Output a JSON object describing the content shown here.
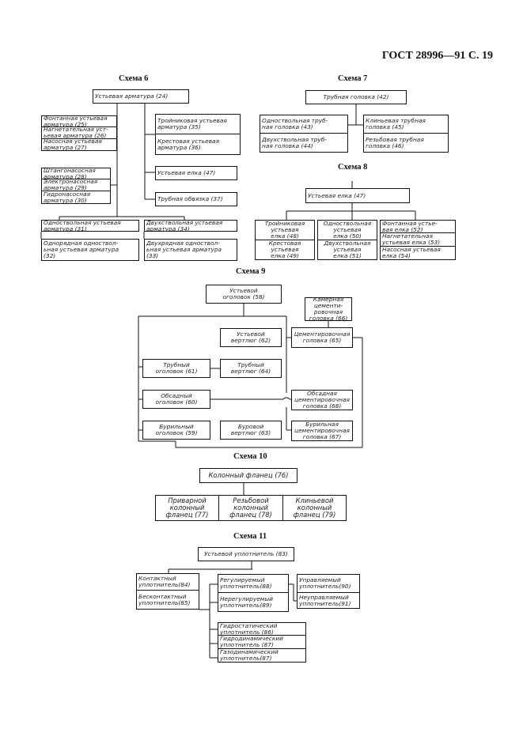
{
  "header": "ГОСТ 28996—91 С. 19",
  "titles": {
    "s6": "Схема 6",
    "s7": "Схема 7",
    "s8": "Схема 8",
    "s9": "Схема 9",
    "s10": "Схема 10",
    "s11": "Схема 11"
  },
  "s6": {
    "root": "Устьевая арматура (24)",
    "g1": [
      "Фонтанная устьевая\nарматура (25)",
      "Нагнетательная уст-\nьевая арматура (26)",
      "Насосная устьевая\nарматура (27)"
    ],
    "g2": [
      "Штангонасосная\nарматура (28)",
      "Электронасосная\nарматура (29)",
      "Гидронасосная\nарматура (30)"
    ],
    "g3": [
      "Тройниковая устьевая\nарматура (35)",
      "Крестовая устьевая\nарматура (36)"
    ],
    "elka": "Устьевая елка (47)",
    "obv": "Трубная обвязка (37)",
    "odn": "Одноствольная устьевая\nарматура (31)",
    "dvu": "Двухствольная устьевая\nарматура (34)",
    "odn_rjad": "Однорядная одноствол-\nьная устьевая арматура\n(32)",
    "dvu_rjad": "Двухрядная одноствол-\nьная устьевая арматура\n(33)"
  },
  "s7": {
    "root": "Трубная головка (42)",
    "left": [
      "Одноствольная труб-\nная головка (43)",
      "Двухствольная труб-\nная головка (44)"
    ],
    "right": [
      "Клиньевая трубная\nголовка (45)",
      "Резьбовая трубная\nголовка (46)"
    ]
  },
  "s8": {
    "root": "Устьевая елка (47)",
    "c1": [
      "Тройниковая\nустьевая\nелка (48)",
      "Крестовая\nустьевая\nелка (49)"
    ],
    "c2": [
      "Одноствольная\nустьевая\nелка (50)",
      "Двухствольная\nустьевая\nелка (51)"
    ],
    "c3": [
      "Фонтанная устье-\nвая елка (52)",
      "Нагнетательная\nустьевая елка (53)",
      "Насосная устьевая\nелка (54)"
    ]
  },
  "s9": {
    "root": "Устьевой\nоголовок (58)",
    "kam": "Камерная\nцементи-\nровочная\nголовка (66)",
    "verti62": "Устьевой\nвертлюг (62)",
    "cem65": "Цементировочная\nголовка (65)",
    "trub61": "Трубный\nоголовок (61)",
    "trub64": "Трубный\nвертлюг (64)",
    "obs60": "Обсадный\nоголовок (60)",
    "obs68": "Обсадная\nцементировочная\nголовка (68)",
    "bur59": "Бурильный\nоголовок (59)",
    "bur63": "Буровой\nвертлюг (63)",
    "bur67": "Бурильная\nцементировочная\nголовка (67)"
  },
  "s10": {
    "root": "Колонный фланец (76)",
    "children": [
      "Приварной\nколонный\nфланец (77)",
      "Резьбовой\nколонный\nфланец (78)",
      "Клиньевой\nколонный\nфланец (79)"
    ]
  },
  "s11": {
    "root": "Устьевой уплотнитель (83)",
    "kont": "Контактный\nуплотнитель(84)",
    "bes": "Бесконтактный\nуплотнитель(85)",
    "reg": "Регулируемый\nуплотнитель(88)",
    "nereg": "Нерегулируемый\nуплотнитель(89)",
    "upr": "Управляемый\nуплотнитель(90)",
    "neupr": "Неуправляемый\nуплотнитель(91)",
    "stack": [
      "Гидростатический\nуплотнитель (86)",
      "Гидродинамический\nуплотнитель (87)",
      "Газодинамический\nуплотнитель(87)"
    ]
  }
}
